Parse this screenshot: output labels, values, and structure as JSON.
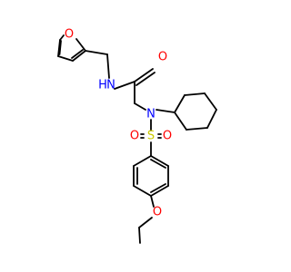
{
  "molecule": {
    "colors": {
      "bond": "#000000",
      "oxygen": "#ff0000",
      "nitrogen": "#0000ff",
      "sulfur": "#cccc00"
    },
    "atom_labels": [
      {
        "id": "furan-oxygen",
        "text": "O",
        "element": "oxygen"
      },
      {
        "id": "amide-nitrogen",
        "text": "N",
        "element": "nitrogen"
      },
      {
        "id": "amide-hydrogen",
        "text": "H",
        "element": "nitrogen"
      },
      {
        "id": "carbonyl-oxygen",
        "text": "O",
        "element": "oxygen"
      },
      {
        "id": "sulfonamide-nitrogen",
        "text": "N",
        "element": "nitrogen"
      },
      {
        "id": "sulfur",
        "text": "S",
        "element": "sulfur"
      },
      {
        "id": "sulfonyl-oxygen-left",
        "text": "O",
        "element": "oxygen"
      },
      {
        "id": "sulfonyl-oxygen-right",
        "text": "O",
        "element": "oxygen"
      },
      {
        "id": "ether-oxygen",
        "text": "O",
        "element": "oxygen"
      }
    ]
  }
}
